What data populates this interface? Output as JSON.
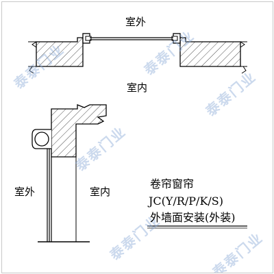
{
  "top_view": {
    "outside_label": "室外",
    "inside_label": "室内"
  },
  "section_view": {
    "outside_label": "室外",
    "inside_label": "室内"
  },
  "title_block": {
    "line1": "卷帘窗帘",
    "line2": "JC(Y/R/P/K/S)",
    "line3": "外墙面安装(外装)"
  },
  "watermark": "泰泰门业",
  "colors": {
    "line": "#000000",
    "hatch": "#000000",
    "watermark": "#8caad7"
  }
}
